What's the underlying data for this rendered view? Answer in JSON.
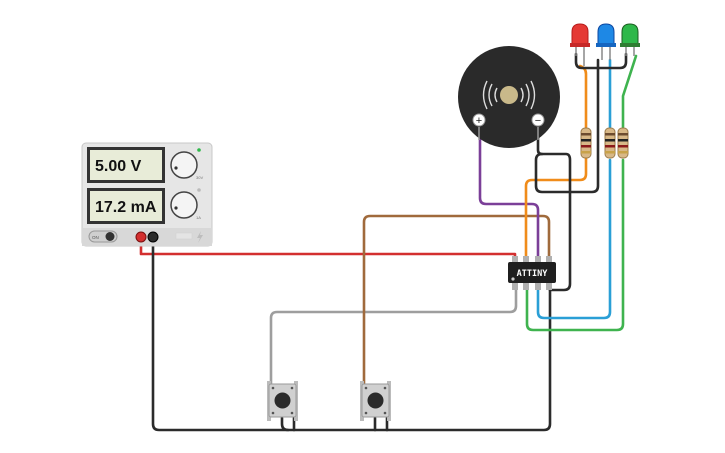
{
  "power_supply": {
    "voltage_display": "5.00 V",
    "current_display": "17.2 mA",
    "power_switch_label": "ON"
  },
  "microcontroller": {
    "label": "ATTINY"
  },
  "buzzer": {
    "positive_label": "+",
    "negative_label": "−"
  },
  "leds": [
    {
      "name": "red-led",
      "color": "#e53935"
    },
    {
      "name": "blue-led",
      "color": "#1e88e5"
    },
    {
      "name": "green-led",
      "color": "#2eb84a"
    }
  ],
  "wire_colors": {
    "red": "#d32f2f",
    "black": "#2b2b2b",
    "orange": "#f08c1a",
    "purple": "#7b3f98",
    "brown": "#a06a3c",
    "gray": "#9e9e9e",
    "blue": "#2a9fd6",
    "green": "#3fb34f"
  }
}
